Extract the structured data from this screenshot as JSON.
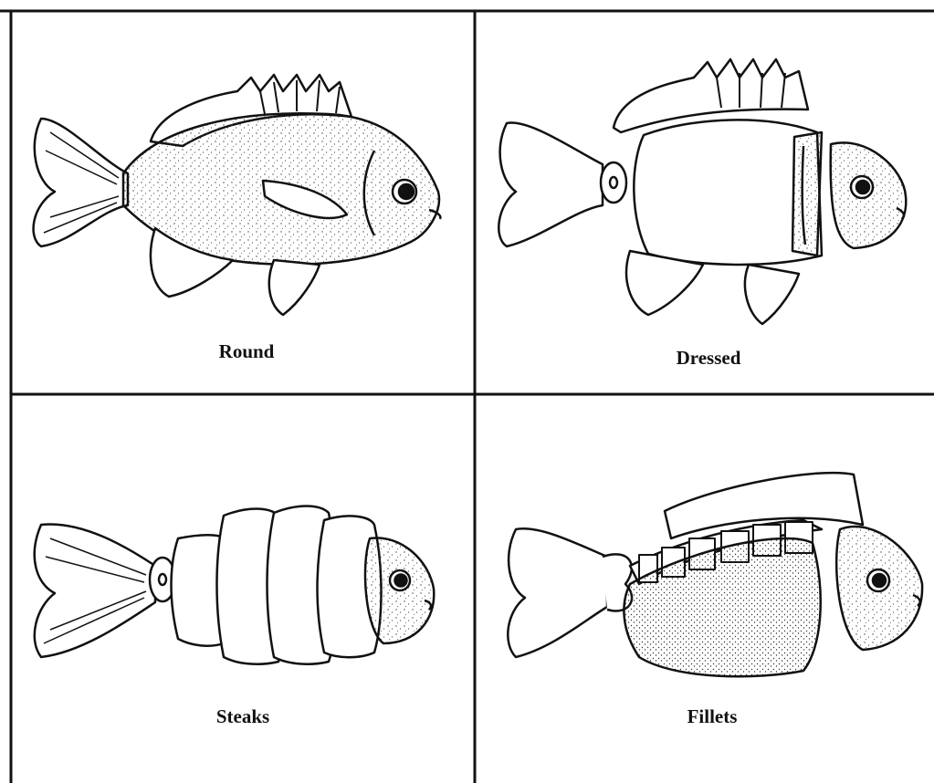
{
  "panels": [
    {
      "id": "round",
      "label": "Round"
    },
    {
      "id": "dressed",
      "label": "Dressed"
    },
    {
      "id": "steaks",
      "label": "Steaks"
    },
    {
      "id": "fillets",
      "label": "Fillets"
    }
  ],
  "colors": {
    "ink": "#111111",
    "paper": "#ffffff",
    "stipple": "#555555"
  }
}
